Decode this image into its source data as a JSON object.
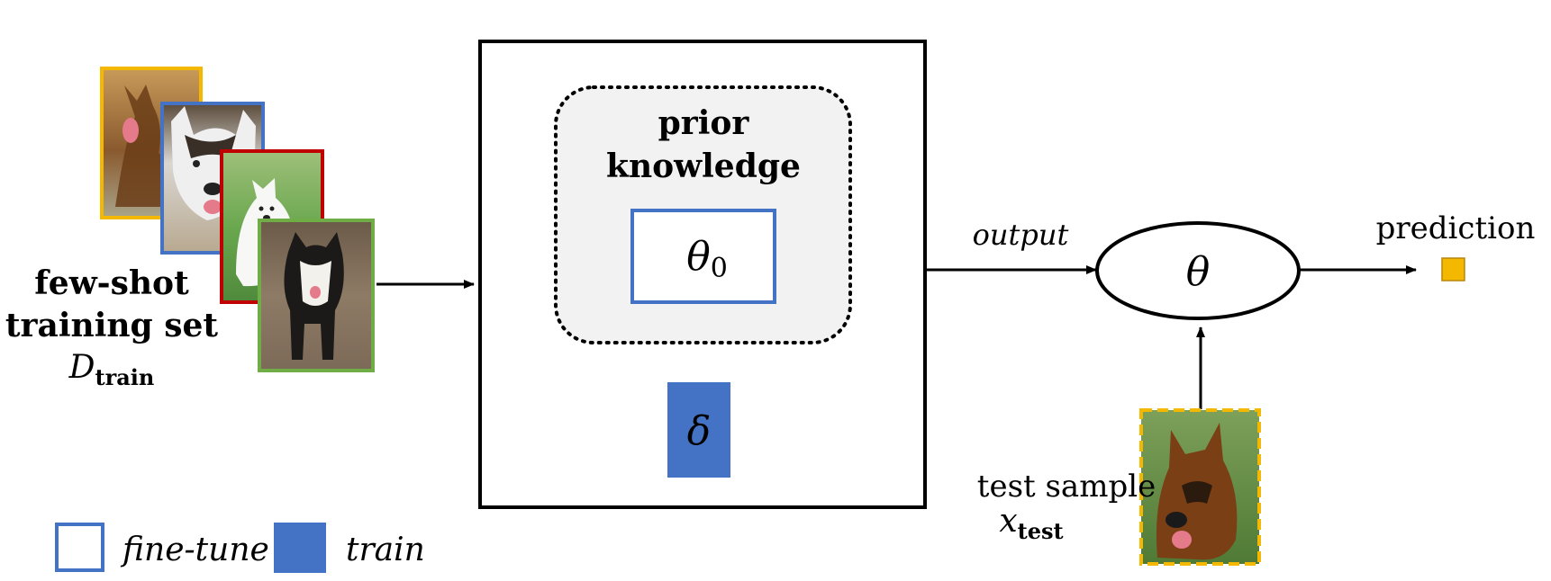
{
  "training_set": {
    "title_line1": "few-shot",
    "title_line2": "training set",
    "symbol_main": "D",
    "symbol_sub": "train"
  },
  "prior": {
    "line1": "prior",
    "line2": "knowledge",
    "theta0_main": "θ",
    "theta0_sub": "0"
  },
  "delta_symbol": "δ",
  "output_label": "output",
  "theta_symbol": "θ",
  "prediction_label": "prediction",
  "test": {
    "label": "test sample",
    "symbol_main": "x",
    "symbol_sub": "test"
  },
  "legend": {
    "finetune_label": "fine-tune",
    "train_label": "train"
  },
  "colors": {
    "yellow": "#F5B800",
    "blue": "#4472C4",
    "red": "#C00000",
    "green": "#70AD47",
    "prior_fill": "#F2F2F2"
  }
}
